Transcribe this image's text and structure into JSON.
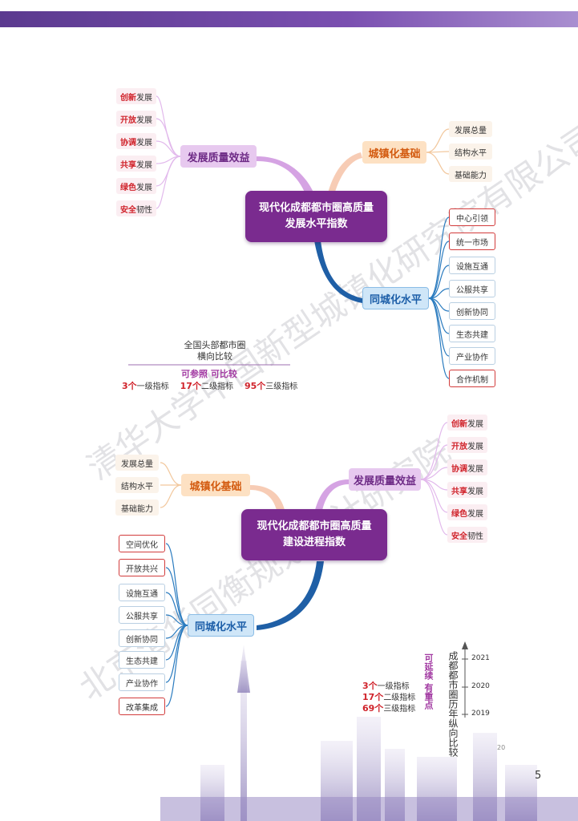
{
  "watermark": {
    "line1": "清华大学中国新型城镇化研究院有限公司",
    "line2": "北京清华同衡规划设计研究院"
  },
  "diagram1": {
    "center": [
      "现代化成都都市圈高质量",
      "发展水平指数"
    ],
    "branch_quality": "发展质量效益",
    "quality_leaves": [
      {
        "em": "创新",
        "rest": "发展"
      },
      {
        "em": "开放",
        "rest": "发展"
      },
      {
        "em": "协调",
        "rest": "发展"
      },
      {
        "em": "共享",
        "rest": "发展"
      },
      {
        "em": "绿色",
        "rest": "发展"
      },
      {
        "em": "安全",
        "rest": "韧性"
      }
    ],
    "branch_urban": "城镇化基础",
    "urban_leaves": [
      "发展总量",
      "结构水平",
      "基础能力"
    ],
    "branch_same": "同城化水平",
    "same_leaves": [
      {
        "text": "中心引领",
        "hl": true
      },
      {
        "text": "统一市场",
        "hl": true
      },
      {
        "text": "设施互通",
        "hl": false
      },
      {
        "text": "公服共享",
        "hl": false
      },
      {
        "text": "创新协同",
        "hl": false
      },
      {
        "text": "生态共建",
        "hl": false
      },
      {
        "text": "产业协作",
        "hl": false
      },
      {
        "text": "合作机制",
        "hl": true
      }
    ],
    "note_title": [
      "全国头部都市圈",
      "横向比较"
    ],
    "note_tag": "可参照  可比较",
    "counts": [
      {
        "num": "3个",
        "label": "一级指标"
      },
      {
        "num": "17个",
        "label": "二级指标"
      },
      {
        "num": "95个",
        "label": "三级指标"
      }
    ]
  },
  "diagram2": {
    "center": [
      "现代化成都都市圈高质量",
      "建设进程指数"
    ],
    "branch_quality": "发展质量效益",
    "quality_leaves": [
      {
        "em": "创新",
        "rest": "发展"
      },
      {
        "em": "开放",
        "rest": "发展"
      },
      {
        "em": "协调",
        "rest": "发展"
      },
      {
        "em": "共享",
        "rest": "发展"
      },
      {
        "em": "绿色",
        "rest": "发展"
      },
      {
        "em": "安全",
        "rest": "韧性"
      }
    ],
    "branch_urban": "城镇化基础",
    "urban_leaves": [
      "发展总量",
      "结构水平",
      "基础能力"
    ],
    "branch_same": "同城化水平",
    "same_leaves": [
      {
        "text": "空间优化",
        "hl": true
      },
      {
        "text": "开放共兴",
        "hl": true
      },
      {
        "text": "设施互通",
        "hl": false
      },
      {
        "text": "公服共享",
        "hl": false
      },
      {
        "text": "创新协同",
        "hl": false
      },
      {
        "text": "生态共建",
        "hl": false
      },
      {
        "text": "产业协作",
        "hl": false
      },
      {
        "text": "改革集成",
        "hl": true
      }
    ],
    "note_title": "成都都市圈历年纵向比较",
    "note_tag": "可延续  有重点",
    "years": [
      "2021",
      "2020",
      "2019"
    ],
    "counts": [
      {
        "num": "3个",
        "label": "一级指标"
      },
      {
        "num": "17个",
        "label": "二级指标"
      },
      {
        "num": "69个",
        "label": "三级指标"
      }
    ]
  },
  "footer": {
    "small_number": "20",
    "page_number": "5"
  },
  "colors": {
    "center": "#7a2b8f",
    "highlight": "#d0232b",
    "branch_purple": "#e7c9ef",
    "branch_orange": "#fde1c3",
    "branch_blue": "#cfe6f8"
  }
}
